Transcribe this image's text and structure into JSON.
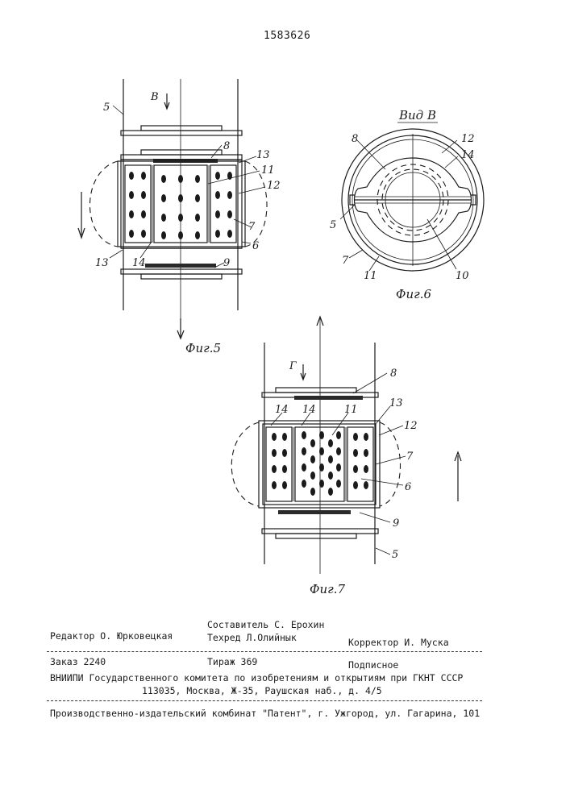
{
  "header": {
    "patent_number": "1583626"
  },
  "figures": {
    "fig5": {
      "caption": "Фиг.5",
      "view_mark": "В",
      "labels": [
        "5",
        "8",
        "13",
        "11",
        "12",
        "7",
        "6",
        "13",
        "14",
        "9"
      ]
    },
    "fig6": {
      "title": "Вид В",
      "caption": "Фиг.6",
      "labels": [
        "8",
        "12",
        "14",
        "5",
        "7",
        "11",
        "10"
      ]
    },
    "fig7": {
      "caption": "Фиг.7",
      "view_mark": "Г",
      "labels": [
        "8",
        "14",
        "11",
        "13",
        "12",
        "7",
        "6",
        "9",
        "5"
      ]
    }
  },
  "footer": {
    "editor": "Редактор О. Юрковецкая",
    "compiler": "Составитель С. Ерохин",
    "techred": "Техред Л.Олийнык",
    "corrector": "Корректор И. Муска",
    "order": "Заказ 2240",
    "circulation": "Тираж 369",
    "subscription": "Подписное",
    "institute": "ВНИИПИ Государственного комитета по изобретениям и открытиям при ГКНТ СССР",
    "address": "113035, Москва, Ж-35, Раушская наб., д. 4/5",
    "publisher": "Производственно-издательский комбинат \"Патент\", г. Ужгород, ул. Гагарина, 101"
  }
}
